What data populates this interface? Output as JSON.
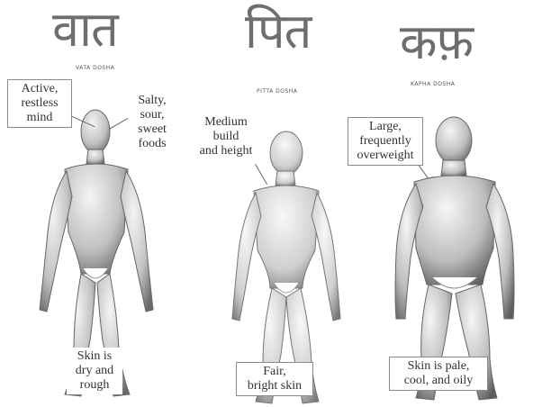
{
  "doshas": [
    {
      "title": "वात",
      "subtitle": "VATA DOSHA",
      "labels": [
        {
          "lines": [
            "Active,",
            "restless",
            "mind"
          ]
        },
        {
          "lines": [
            "Salty,",
            "sour,",
            "sweet",
            "foods"
          ]
        },
        {
          "lines": [
            "Skin is",
            "dry and",
            "rough"
          ]
        }
      ]
    },
    {
      "title": "पित",
      "subtitle": "PITTA DOSHA",
      "labels": [
        {
          "lines": [
            "Medium",
            "build",
            "and height"
          ]
        },
        {
          "lines": [
            "Fair,",
            "bright skin"
          ]
        }
      ]
    },
    {
      "title": "कफ़",
      "subtitle": "KAPHA DOSHA",
      "labels": [
        {
          "lines": [
            "Large,",
            "frequently",
            "overweight"
          ]
        },
        {
          "lines": [
            "Skin is pale,",
            "cool, and oily"
          ]
        }
      ]
    }
  ],
  "colors": {
    "figure_light": "#f2f2f2",
    "figure_mid": "#b5b5b5",
    "figure_dark": "#5a5a5a",
    "title": "#6e6e6e"
  }
}
